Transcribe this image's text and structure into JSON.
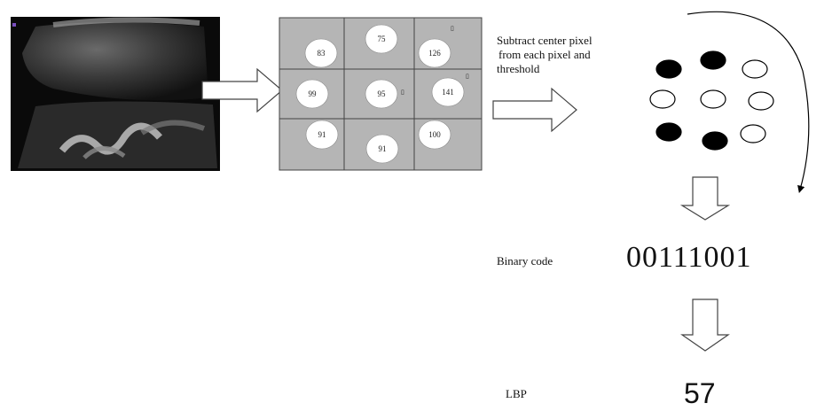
{
  "grid_values": {
    "top_left": "83",
    "top_center": "75",
    "top_right": "126",
    "middle_left": "99",
    "center": "95",
    "middle_right": "141",
    "bottom_left": "91",
    "bottom_center": "91",
    "bottom_right": "100"
  },
  "step_label": "Subtract center pixel\n from each pixel and\nthreshold",
  "neighbor_states": {
    "top_left": "filled",
    "top_center": "filled",
    "top_right": "empty",
    "middle_left": "empty",
    "center": "empty",
    "middle_right": "empty",
    "bottom_left": "filled",
    "bottom_center": "filled",
    "bottom_right": "empty"
  },
  "binary_label": "Binary code",
  "binary_value": "00111001",
  "lbp_label": "LBP",
  "lbp_value": "57",
  "colors": {
    "grid_bg": "#b5b5b5",
    "filled_dot": "#000000",
    "arrow_fill": "#ffffff"
  }
}
